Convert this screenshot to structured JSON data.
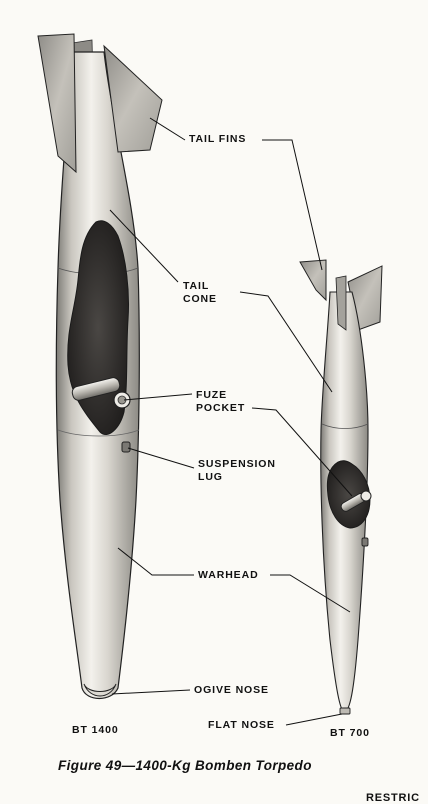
{
  "labels": {
    "tail_fins": "TAIL FINS",
    "tail_cone_1": "TAIL",
    "tail_cone_2": "CONE",
    "fuze_pocket_1": "FUZE",
    "fuze_pocket_2": "POCKET",
    "suspension_lug_1": "SUSPENSION",
    "suspension_lug_2": "LUG",
    "warhead": "WARHEAD",
    "ogive_nose": "OGIVE NOSE",
    "flat_nose": "FLAT NOSE",
    "bt1400": "BT 1400",
    "bt700": "BT 700"
  },
  "caption": "Figure 49—1400-Kg Bomben Torpedo",
  "corner_text": "RESTRIC",
  "colors": {
    "background": "#fbfaf6",
    "ink": "#111111",
    "body_light": "#e9e6df",
    "body_mid": "#9a9891",
    "cavity": "#2a2826"
  }
}
